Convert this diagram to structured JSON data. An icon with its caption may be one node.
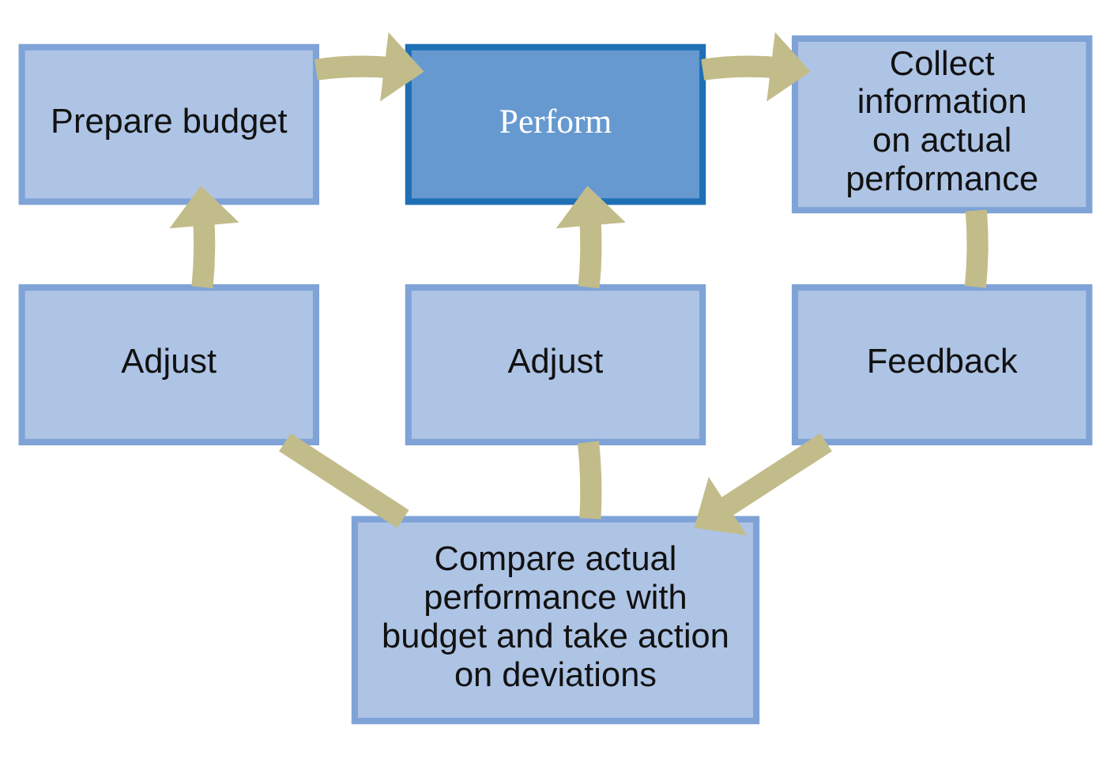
{
  "diagram": {
    "nodes": [
      {
        "text": [
          "Prepare budget"
        ]
      },
      {
        "text": [
          "Perform"
        ]
      },
      {
        "text": [
          "Collect information on actual performance"
        ]
      },
      {
        "text": [
          "Adjust"
        ]
      },
      {
        "text": [
          "Adjust"
        ]
      },
      {
        "text": [
          "Feedback"
        ]
      },
      {
        "text": [
          "Compare actual performance with budget and take action on deviations"
        ]
      }
    ],
    "edges": [
      {
        "from": 0,
        "to": 1,
        "arrow": "to"
      },
      {
        "from": 1,
        "to": 2,
        "arrow": "to"
      },
      {
        "from": 2,
        "to": 5,
        "arrow": "none"
      },
      {
        "from": 5,
        "to": 6,
        "arrow": "to"
      },
      {
        "from": 6,
        "to": 3,
        "arrow": "none"
      },
      {
        "from": 3,
        "to": 0,
        "arrow": "to"
      },
      {
        "from": 6,
        "to": 4,
        "arrow": "none"
      },
      {
        "from": 4,
        "to": 1,
        "arrow": "to"
      }
    ]
  }
}
